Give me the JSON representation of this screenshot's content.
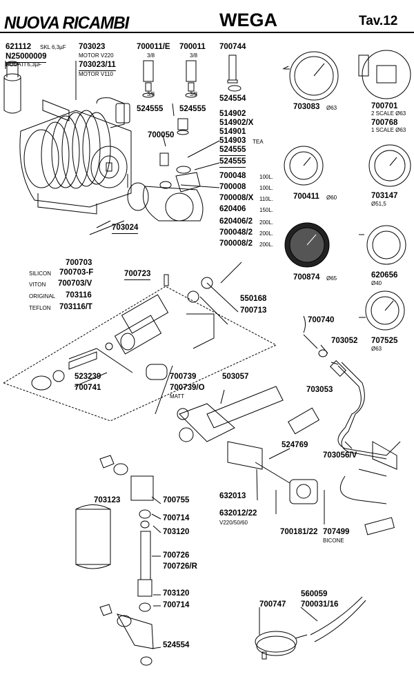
{
  "header": {
    "logo_text": "NUOVA RICAMBI",
    "brand": "WEGA",
    "table": "Tav.12"
  },
  "labels": {
    "l621112": "621112",
    "l621112_note": "SKL 6,3µF",
    "lN25000009": "N25000009",
    "lN25000009_note": "DUCATI 6,3µF",
    "l703023": "703023",
    "l703023_note": "MOTOR V220",
    "l703023_11": "703023/11",
    "l703023_11_note": "MOTOR V110",
    "l700011E": "700011/E",
    "l700011": "700011",
    "l700744": "700744",
    "thread_a": "3/8",
    "thread_b": "3/8",
    "thread_c": "3/8",
    "thread_d": "3/8",
    "l524555a": "524555",
    "l524555b": "524555",
    "l524554a": "524554",
    "l514902": "514902",
    "l514902X": "514902/X",
    "l514901": "514901",
    "l514903": "514903",
    "l514903_note": "TEA",
    "l524555c": "524555",
    "l524555d": "524555",
    "l700050": "700050",
    "l700048": "700048",
    "l700048_note": "100L.",
    "l700008": "700008",
    "l700008_note": "100L.",
    "l700008X": "700008/X",
    "l700008X_note": "110L.",
    "l620406": "620406",
    "l620406_note": "150L.",
    "l620406_2": "620406/2",
    "l620406_2_note": "200L.",
    "l700048_2": "700048/2",
    "l700048_2_note": "200L.",
    "l700008_2": "700008/2",
    "l700008_2_note": "200L.",
    "l703024": "703024",
    "l703083": "703083",
    "l703083_note": "Ø63",
    "l700701": "700701",
    "l700701_note": "2 SCALE Ø63",
    "l700768": "700768",
    "l700768_note": "1 SCALE Ø63",
    "l700411": "700411",
    "l700411_note": "Ø60",
    "l703147": "703147",
    "l703147_note": "Ø51,5",
    "l700874": "700874",
    "l700874_note": "Ø65",
    "l620656": "620656",
    "l620656_note": "Ø40",
    "l707525": "707525",
    "l707525_note": "Ø63",
    "l700740": "700740",
    "l703052": "703052",
    "l700703": "700703",
    "silicon_prefix": "SILICON",
    "l700703F": "700703-F",
    "viton_prefix": "VITON",
    "l700703V": "700703/V",
    "original_prefix": "ORIGINAL",
    "l703116": "703116",
    "teflon_prefix": "TEFLON",
    "l703116T": "703116/T",
    "l700723": "700723",
    "l550168": "550168",
    "l700713": "700713",
    "l523239": "523239",
    "l700741": "700741",
    "l700739": "700739",
    "l700739O": "700739/O",
    "l700739O_note": "MATT",
    "l503057": "503057",
    "l703053": "703053",
    "l524769": "524769",
    "l703056V": "703056/V",
    "l703123": "703123",
    "l700755": "700755",
    "l700714a": "700714",
    "l703120a": "703120",
    "l700726": "700726",
    "l700726R": "700726/R",
    "l703120b": "703120",
    "l700714b": "700714",
    "l524554b": "524554",
    "l632013": "632013",
    "l632012_22": "632012/22",
    "l632012_note": "V220/50/60",
    "l700181_22": "700181/22",
    "l707499": "707499",
    "l707499_note": "BICONE",
    "l560059": "560059",
    "l700031_16": "700031/16",
    "l700747": "700747"
  }
}
